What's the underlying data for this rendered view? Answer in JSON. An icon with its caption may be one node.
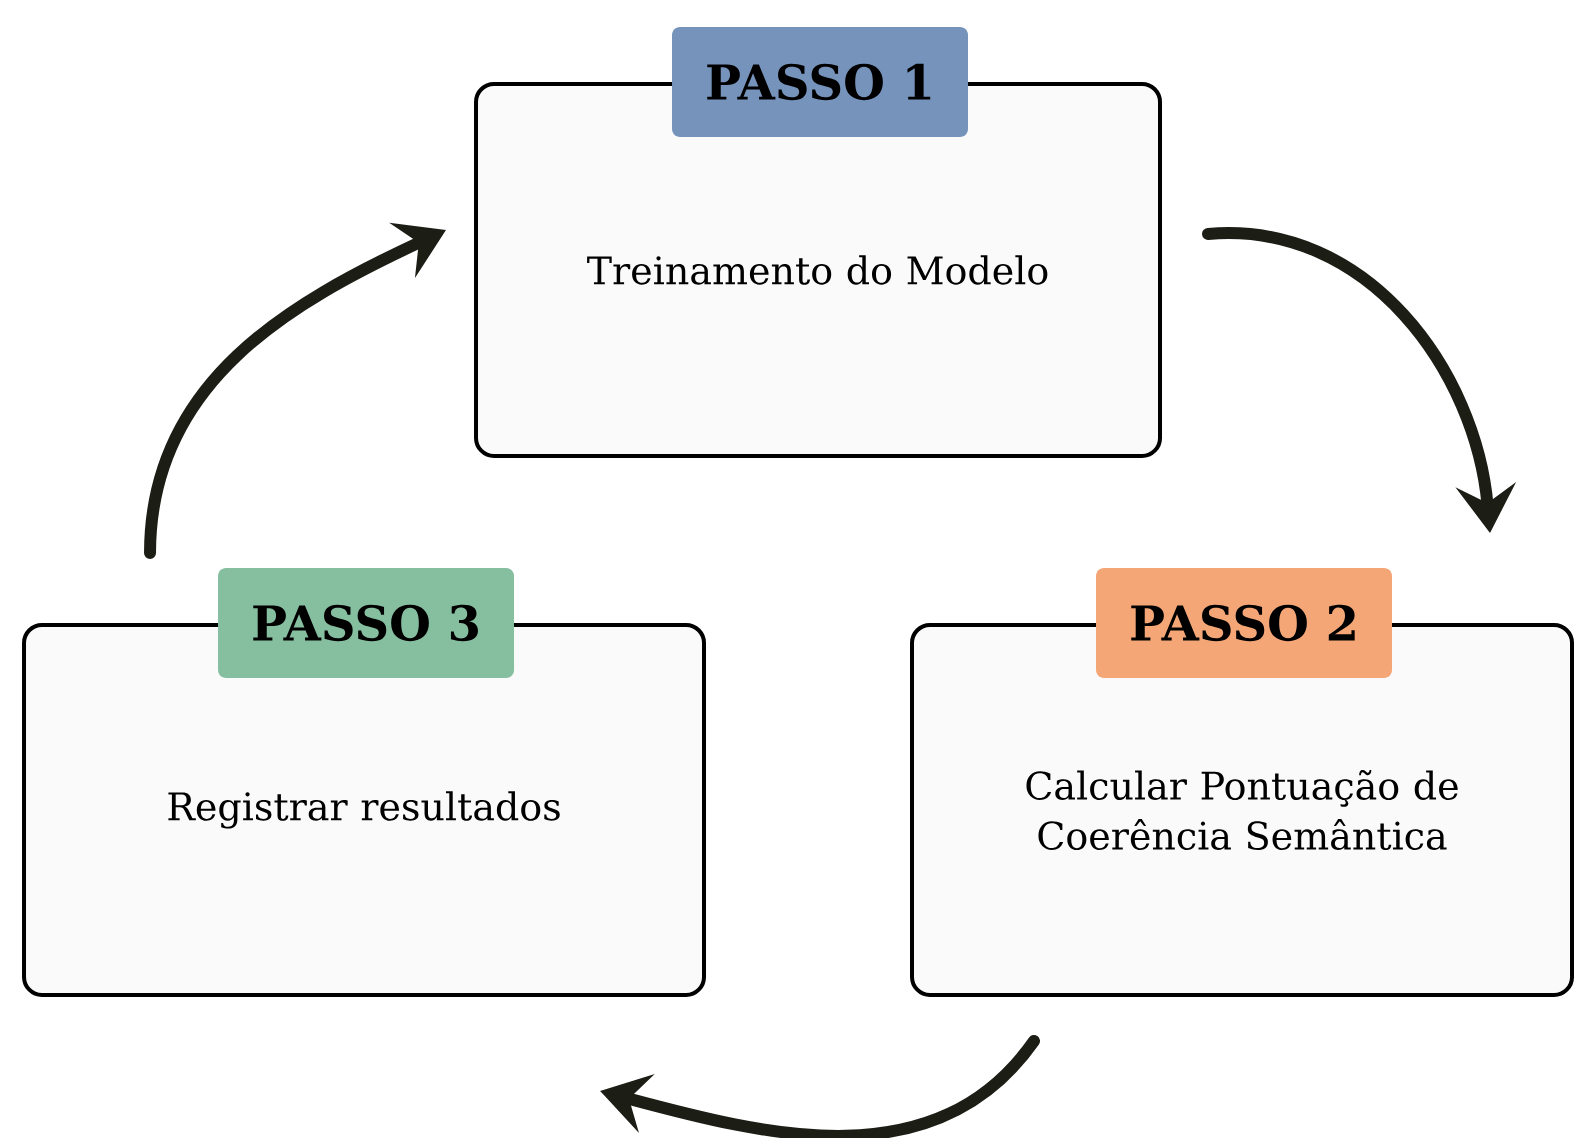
{
  "diagram": {
    "nodes": [
      {
        "text": [
          "PASSO 1",
          "Treinamento do Modelo"
        ]
      },
      {
        "text": [
          "PASSO 2",
          "Calcular Pontuação de Coerência Semântica"
        ]
      },
      {
        "text": [
          "PASSO 3",
          "Registrar resultados"
        ]
      }
    ],
    "edges": [
      {
        "from": 0,
        "to": 1,
        "arrow": "to"
      },
      {
        "from": 1,
        "to": 2,
        "arrow": "to"
      },
      {
        "from": 2,
        "to": 0,
        "arrow": "to"
      }
    ]
  }
}
